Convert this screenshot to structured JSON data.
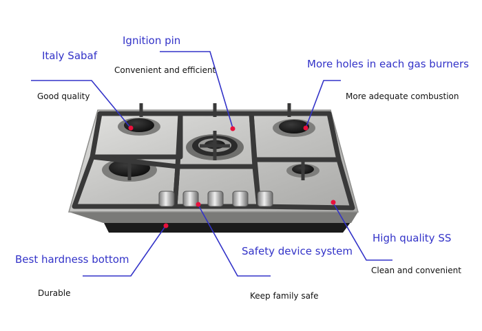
{
  "callouts": {
    "ignition": {
      "title": "Ignition pin",
      "subtitle": "Convenient and efficient"
    },
    "sabaf": {
      "title": "Italy Sabaf",
      "subtitle": "Good quality"
    },
    "holes": {
      "title": "More holes in each gas burners",
      "subtitle": "More adequate combustion"
    },
    "ss": {
      "title": "High quality SS",
      "subtitle": "Clean and convenient"
    },
    "bottom": {
      "title": "Best hardness bottom",
      "subtitle": "Durable"
    },
    "safety": {
      "title": "Safety device system",
      "subtitle": "Keep family safe"
    }
  },
  "colors": {
    "title_text": "#3232c8",
    "leader_line": "#3232c8",
    "marker_dot": "#e8103c",
    "steel_top": "#c9c9c7",
    "grate": "#3a3a3a"
  }
}
